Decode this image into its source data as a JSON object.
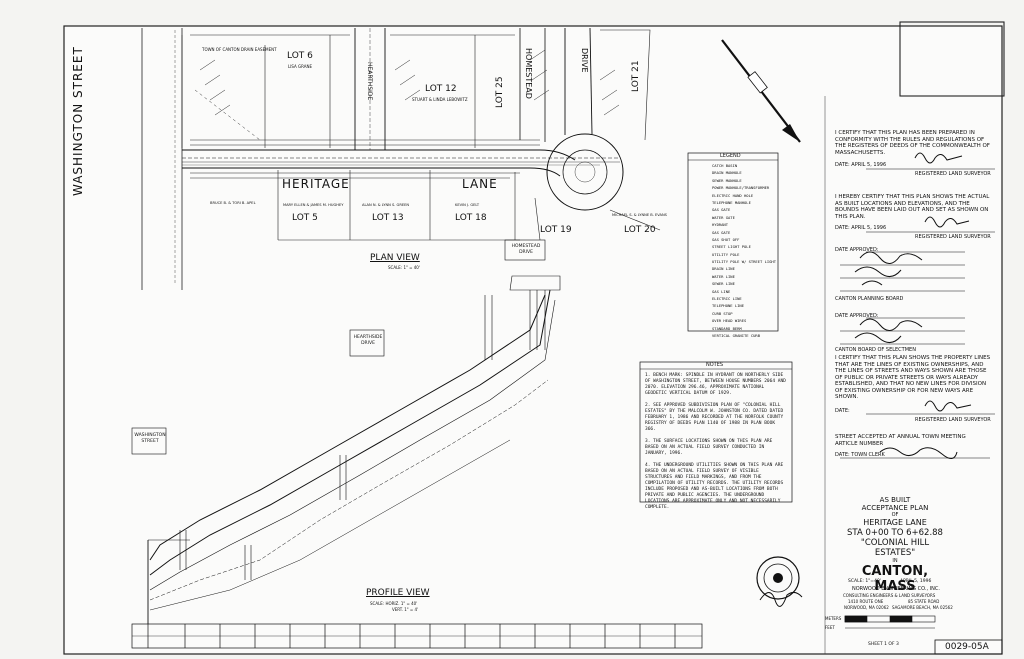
{
  "plan": {
    "streets": {
      "washington": "WASHINGTON STREET",
      "heritage": "HERITAGE",
      "lane": "LANE",
      "homestead": "HOMESTEAD",
      "drive": "DRIVE",
      "hearthside": "HEARTHSIDE"
    },
    "lots": [
      {
        "id": "lot6",
        "label": "LOT 6"
      },
      {
        "id": "lot12",
        "label": "LOT 12"
      },
      {
        "id": "lot25",
        "label": "LOT 25"
      },
      {
        "id": "lot21",
        "label": "LOT 21"
      },
      {
        "id": "lot5",
        "label": "LOT 5"
      },
      {
        "id": "lot13",
        "label": "LOT 13"
      },
      {
        "id": "lot18",
        "label": "LOT 18"
      },
      {
        "id": "lot19",
        "label": "LOT 19"
      },
      {
        "id": "lot20",
        "label": "LOT 20"
      }
    ],
    "owners": {
      "lot6": "LISA GRANE",
      "lot12": "STUART & LINDA LEBOWITZ",
      "town": "TOWN OF CANTON DRAIN EASEMENT",
      "lot5": "MARY ELLEN & JAMES M. HUGHEY",
      "lot13": "ALAN N. & LYNN S. GREEN",
      "lot18": "KEVIN J. GELT",
      "bruce": "BRUCE B. & TORI B. APEL",
      "lot20": "MICHAEL S. & LYNNE B. EVANS"
    },
    "plan_view": "PLAN VIEW",
    "plan_scale": "SCALE: 1\" = 40'",
    "profile_view": "PROFILE VIEW",
    "profile_scale_h": "SCALE: HORIZ. 1\" = 40'",
    "profile_scale_v": "VERT. 1\" = 4'",
    "washington_box": "WASHINGTON STREET",
    "hearthside_box": "HEARTHSIDE DRIVE",
    "homestead_box": "HOMESTEAD DRIVE"
  },
  "legend": {
    "title": "LEGEND",
    "items": [
      "CATCH BASIN",
      "DRAIN MANHOLE",
      "SEWER MANHOLE",
      "POWER MANHOLE/TRANSFORMER",
      "ELECTRIC HAND HOLE",
      "TELEPHONE MANHOLE",
      "GAS GATE",
      "WATER GATE",
      "HYDRANT",
      "GAS GATE",
      "GAS SHUT OFF",
      "STREET LIGHT POLE",
      "UTILITY POLE",
      "UTILITY POLE W/ STREET LIGHT",
      "DRAIN LINE",
      "WATER LINE",
      "SEWER LINE",
      "GAS LINE",
      "ELECTRIC LINE",
      "TELEPHONE LINE",
      "CURB STOP",
      "OVER HEAD WIRES",
      "STANDARD BERM",
      "VERTICAL GRANITE CURB"
    ]
  },
  "notes": {
    "title": "NOTES",
    "items": [
      "1. BENCH MARK: SPINDLE IN HYDRANT ON NORTHERLY SIDE OF WASHINGTON STREET, BETWEEN HOUSE NUMBERS 2064 AND 2070. ELEVATION 296.46, APPROXIMATE NATIONAL GEODETIC VERTICAL DATUM OF 1929.",
      "2. SEE APPROVED SUBDIVISION PLAN OF \"COLONIAL HILL ESTATES\" BY THE MALCOLM W. JOHNSTON CO. DATED DATED FEBRUARY 1, 1986 AND RECORDED AT THE NORFOLK COUNTY REGISTRY OF DEEDS PLAN 1140 OF 1988 IN PLAN BOOK 366.",
      "3. THE SURFACE LOCATIONS SHOWN ON THIS PLAN ARE BASED ON AN ACTUAL FIELD SURVEY CONDUCTED IN JANUARY, 1996.",
      "4. THE UNDERGROUND UTILITIES SHOWN ON THIS PLAN ARE BASED ON AN ACTUAL FIELD SURVEY OF VISIBLE STRUCTURES AND FIELD MARKINGS, AND FROM THE COMPILATION OF UTILITY RECORDS. THE UTILITY RECORDS INCLUDE PROPOSED AND AS-BUILT LOCATIONS FROM BOTH PRIVATE AND PUBLIC AGENCIES. THE UNDERGROUND LOCATIONS ARE APPROXIMATE ONLY AND NOT NECESSARILY COMPLETE."
    ]
  },
  "certifications": {
    "cert1": "I CERTIFY THAT THIS PLAN HAS BEEN PREPARED IN CONFORMITY WITH THE RULES AND REGULATIONS OF THE REGISTERS OF DEEDS OF THE COMMONWEALTH OF MASSACHUSETTS.",
    "date1": "DATE: APRIL 5, 1996",
    "role1": "REGISTERED LAND SURVEYOR",
    "cert2": "I HEREBY CERTIFY THAT THIS PLAN SHOWS THE ACTUAL AS BUILT LOCATIONS AND ELEVATIONS, AND THE BOUNDS HAVE BEEN LAID OUT AND SET AS SHOWN ON THIS PLAN.",
    "date2": "DATE: APRIL 5, 1996",
    "role2": "REGISTERED LAND SURVEYOR",
    "date3": "DATE APPROVED:",
    "board1": "CANTON PLANNING BOARD",
    "date4": "DATE APPROVED:",
    "board2": "CANTON BOARD OF SELECTMEN",
    "cert3": "I CERTIFY THAT THIS PLAN SHOWS THE PROPERTY LINES THAT ARE THE LINES OF EXISTING OWNERSHIPS, AND THE LINES OF STREETS AND WAYS SHOWN ARE THOSE OF PUBLIC OR PRIVATE STREETS OR WAYS ALREADY ESTABLISHED, AND THAT NO NEW LINES FOR DIVISION OF EXISTING OWNERSHIP OR FOR NEW WAYS ARE SHOWN.",
    "date5": "DATE:",
    "role3": "REGISTERED LAND SURVEYOR",
    "street_accepted": "STREET ACCEPTED AT ANNUAL TOWN MEETING ARTICLE NUMBER",
    "town_clerk": "DATE: TOWN CLERK"
  },
  "title_block": {
    "line1": "AS BUILT",
    "line2": "ACCEPTANCE PLAN",
    "line3": "OF",
    "line4": "HERITAGE LANE",
    "line5": "STA 0+00 TO 6+62.88",
    "line6": "\"COLONIAL HILL ESTATES\"",
    "line7": "IN",
    "town": "CANTON, MASS",
    "scale": "SCALE: 1\"=40'",
    "date": "APRIL 5, 1996",
    "company": "NORWOOD ENGINEERING CO., INC.",
    "company_sub": "CONSULTING ENGINEERS & LAND SURVEYORS",
    "address1": "1410 ROUTE ONE",
    "address2": "85 STATE ROAD",
    "address3": "NORWOOD, MA 02062",
    "address4": "SAGAMORE BEACH, MA 02562",
    "sheet": "SHEET 1 OF 3",
    "number": "0029-05A",
    "scale_meters": "METERS",
    "scale_feet": "FEET"
  }
}
